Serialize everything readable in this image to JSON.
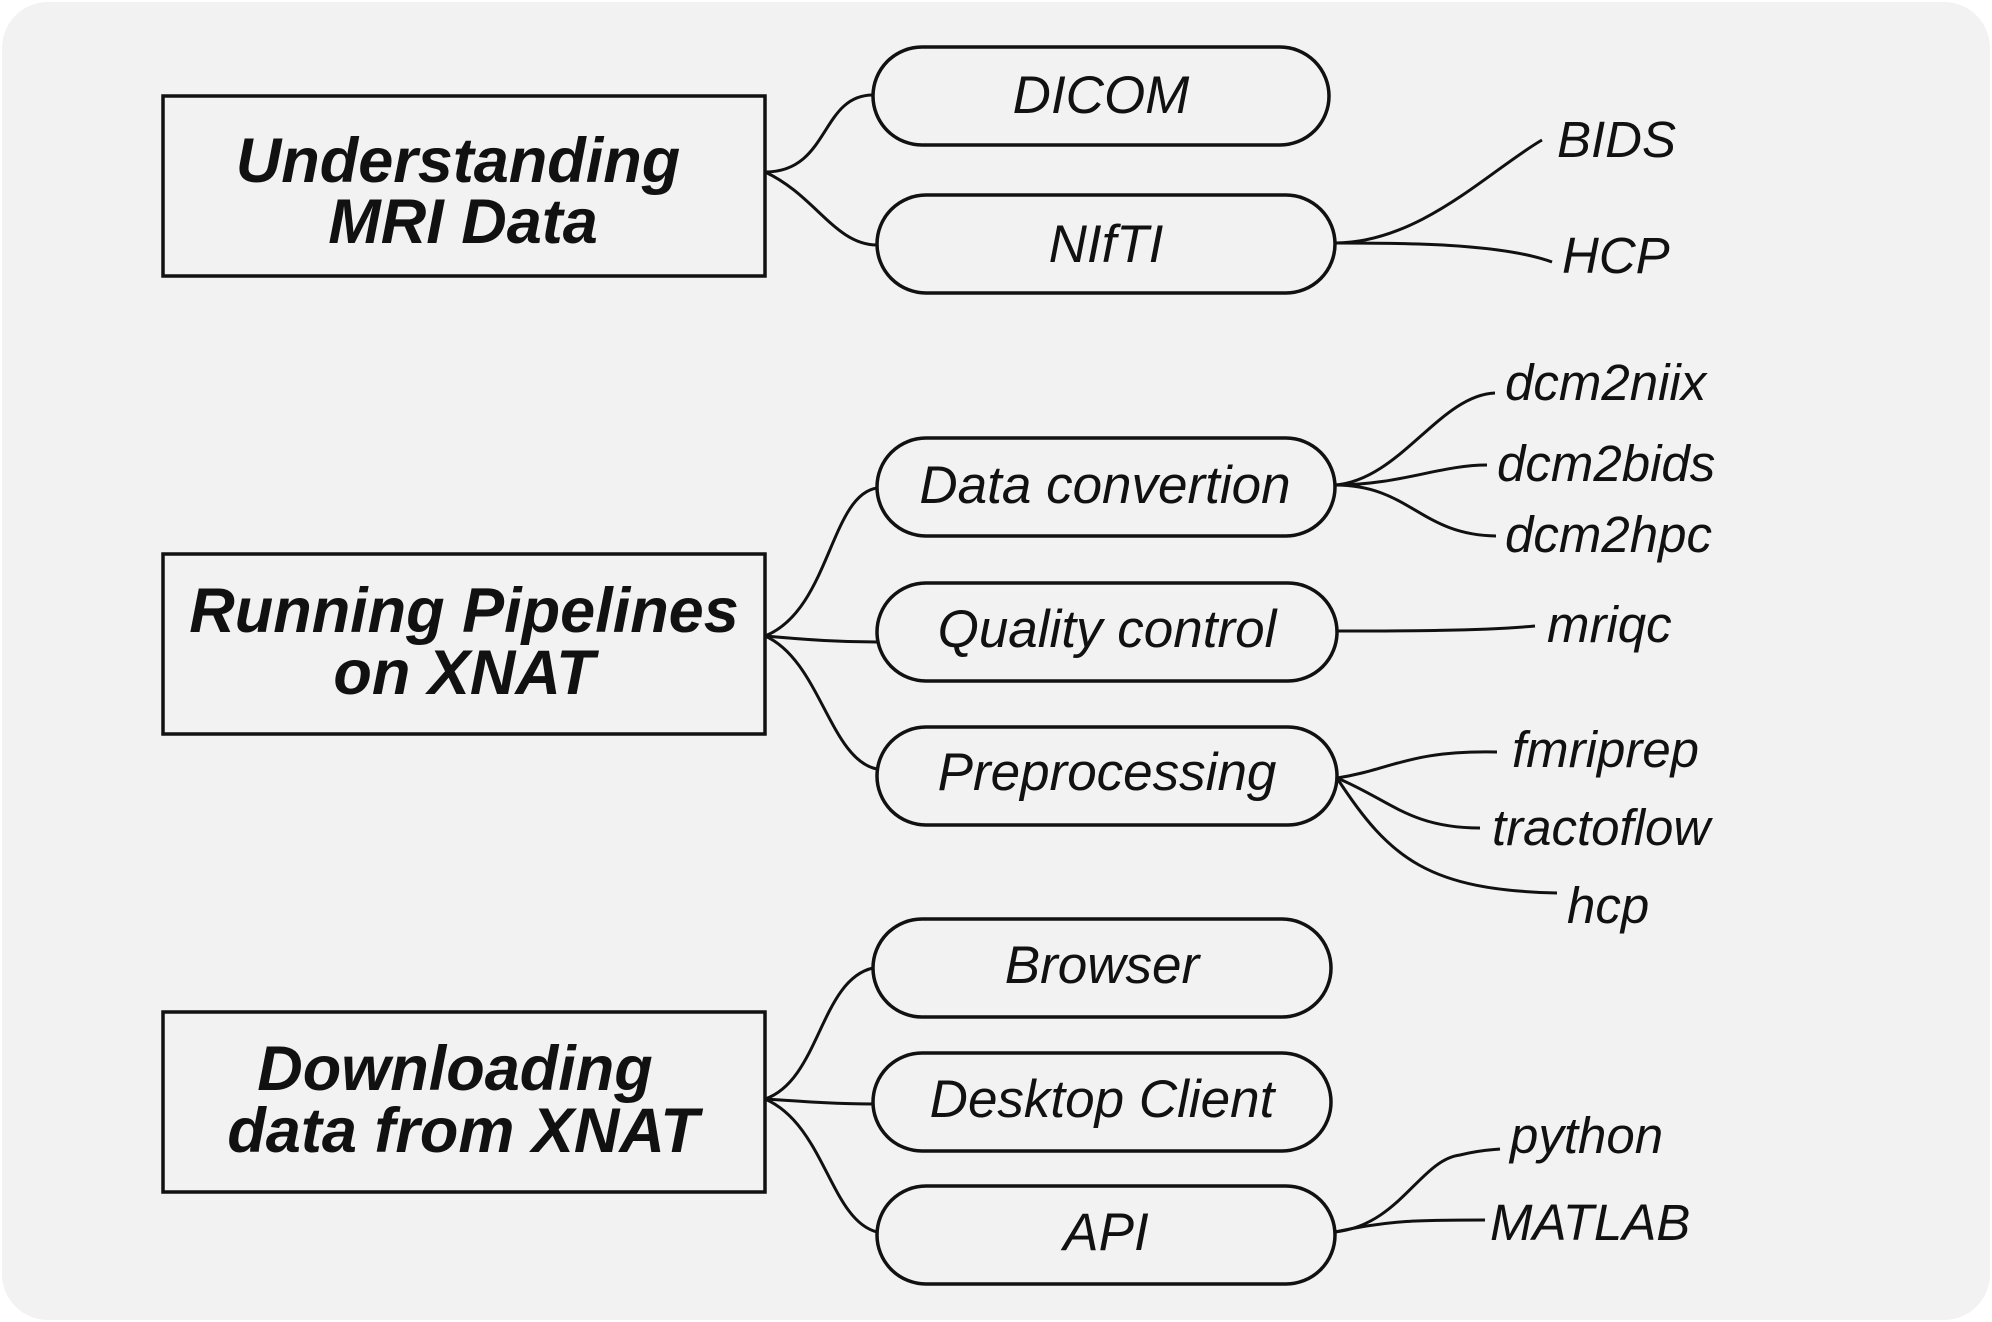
{
  "colors": {
    "panel_background": "#f2f2f2",
    "stroke": "#111111",
    "text": "#111111"
  },
  "topics": [
    {
      "label_lines": [
        "Understanding",
        "MRI Data"
      ],
      "subtopics": [
        {
          "label": "DICOM",
          "leaves": []
        },
        {
          "label": "NIfTI",
          "leaves": [
            "BIDS",
            "HCP"
          ]
        }
      ]
    },
    {
      "label_lines": [
        "Running Pipelines",
        "on XNAT"
      ],
      "subtopics": [
        {
          "label": "Data convertion",
          "leaves": [
            "dcm2niix",
            "dcm2bids",
            "dcm2hpc"
          ]
        },
        {
          "label": "Quality control",
          "leaves": [
            "mriqc"
          ]
        },
        {
          "label": "Preprocessing",
          "leaves": [
            "fmriprep",
            "tractoflow",
            "hcp"
          ]
        }
      ]
    },
    {
      "label_lines": [
        "Downloading",
        "data from XNAT"
      ],
      "subtopics": [
        {
          "label": "Browser",
          "leaves": []
        },
        {
          "label": "Desktop Client",
          "leaves": []
        },
        {
          "label": "API",
          "leaves": [
            "python",
            "MATLAB"
          ]
        }
      ]
    }
  ]
}
